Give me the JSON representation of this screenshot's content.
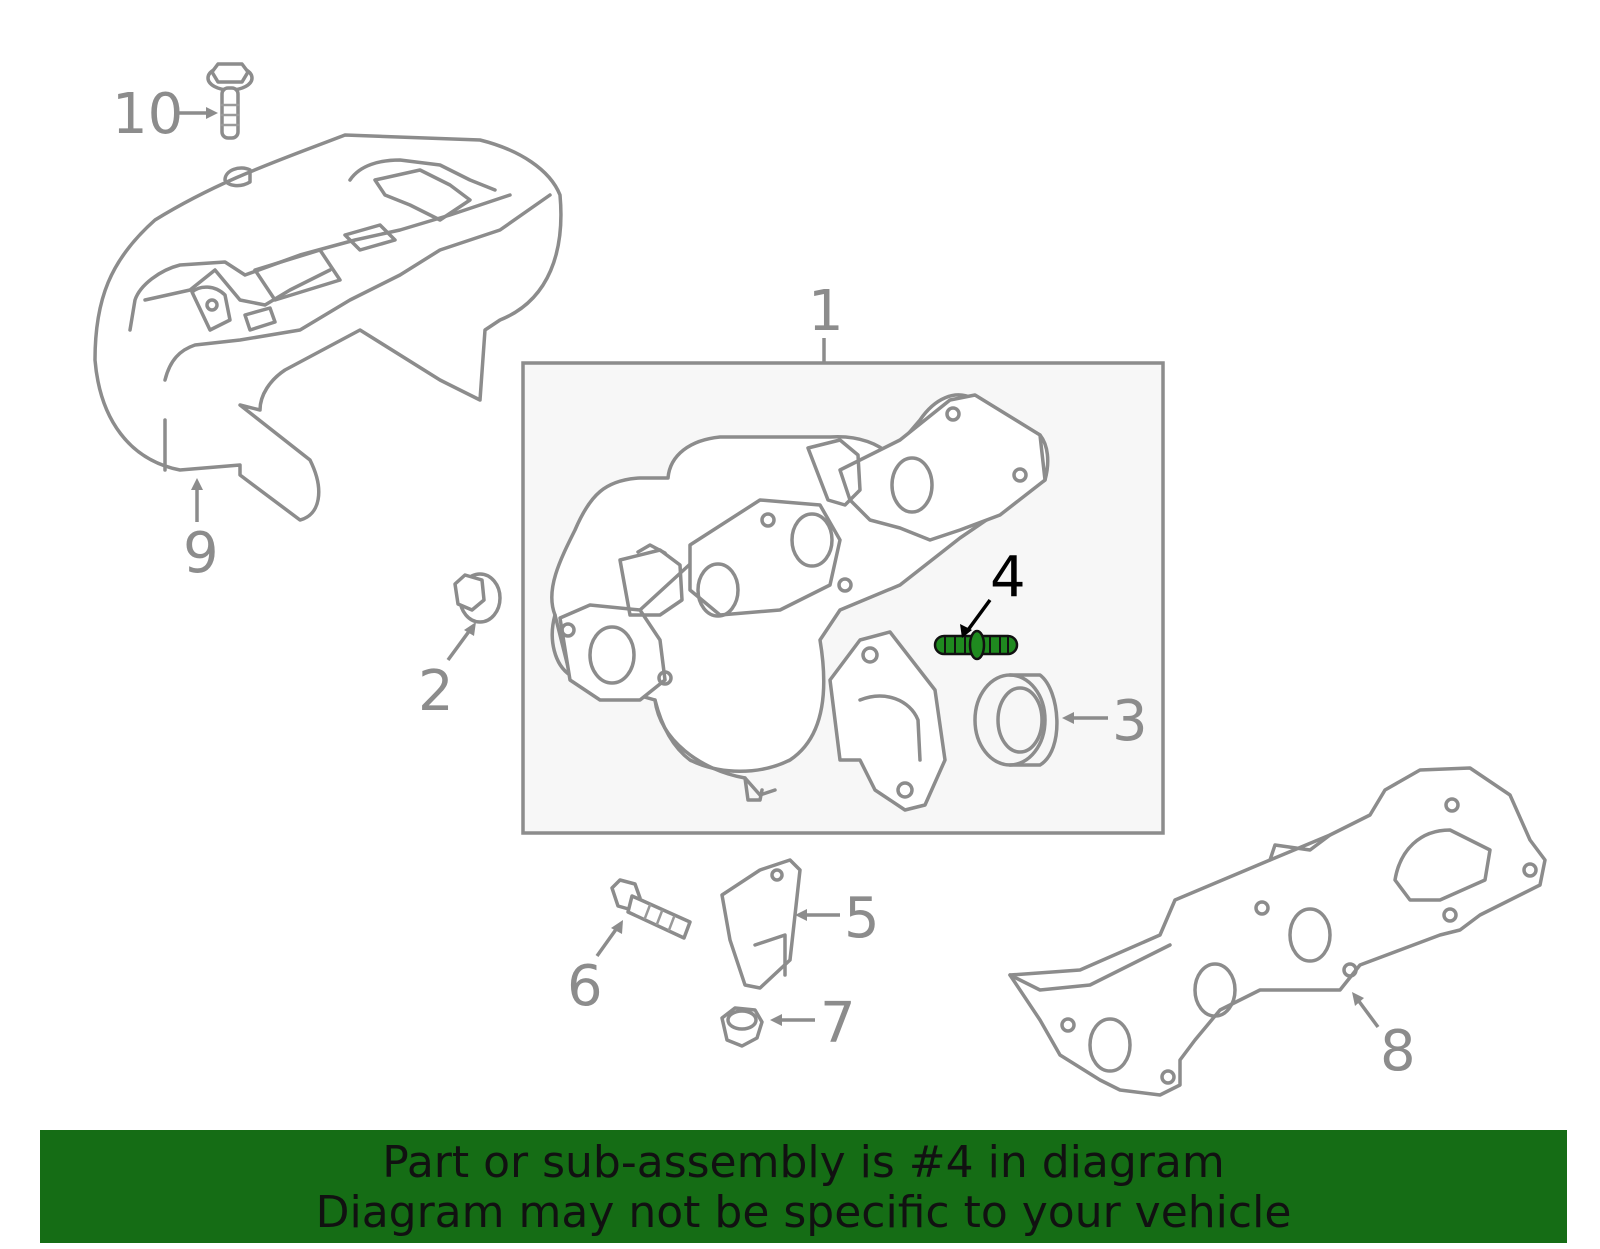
{
  "callouts": {
    "c1": "1",
    "c2": "2",
    "c3": "3",
    "c4": "4",
    "c5": "5",
    "c6": "6",
    "c7": "7",
    "c8": "8",
    "c9": "9",
    "c10": "10"
  },
  "highlight": {
    "part": "4",
    "color": "#1f8a1f"
  },
  "banner": {
    "line1": "Part or sub-assembly is #4 in diagram",
    "line2": "Diagram may not be specific to your vehicle",
    "background": "#156d15"
  }
}
